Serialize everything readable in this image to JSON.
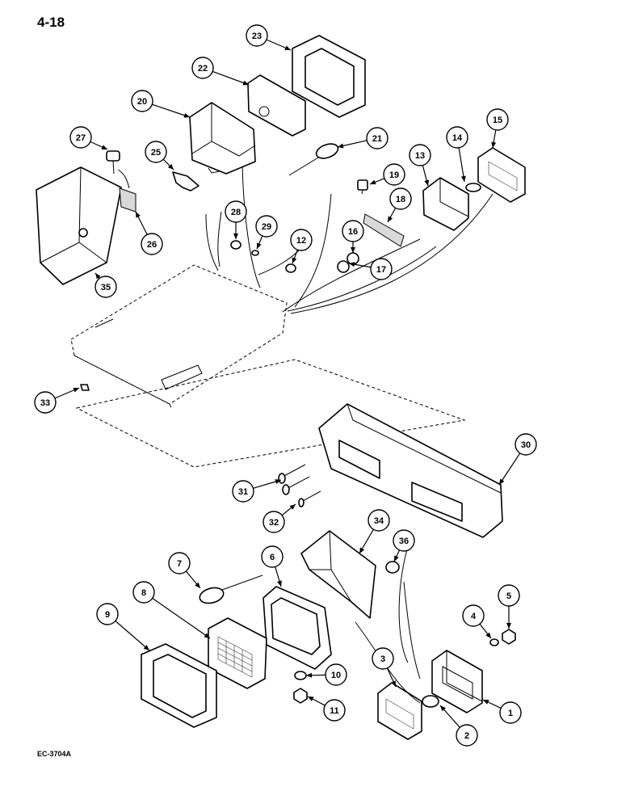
{
  "page_number": "4-18",
  "drawing_code": "EC-3704A",
  "callouts": [
    "1",
    "2",
    "3",
    "4",
    "5",
    "6",
    "7",
    "8",
    "9",
    "10",
    "11",
    "12",
    "13",
    "14",
    "15",
    "16",
    "17",
    "18",
    "19",
    "20",
    "21",
    "22",
    "23",
    "25",
    "26",
    "27",
    "28",
    "29",
    "30",
    "31",
    "32",
    "33",
    "34",
    "35",
    "36"
  ]
}
